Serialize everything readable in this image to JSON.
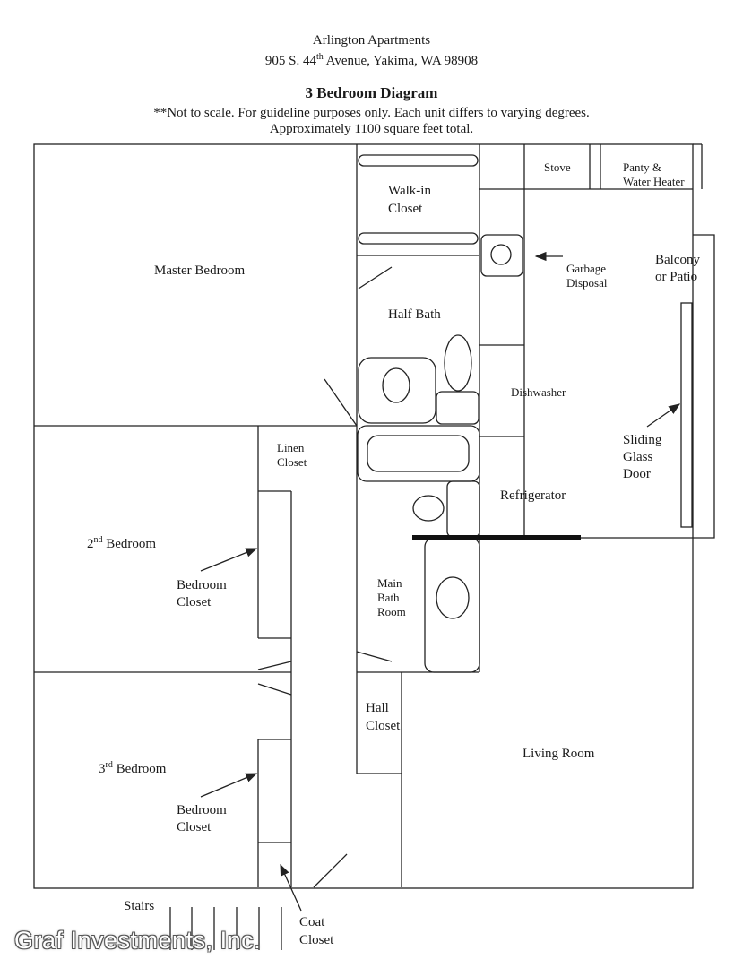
{
  "header": {
    "line1": "Arlington Apartments",
    "line2_pre": "905 S. 44",
    "line2_sup": "th",
    "line2_post": " Avenue, Yakima, WA 98908",
    "title": "3 Bedroom Diagram",
    "note": "**Not to scale.  For guideline purposes only.  Each unit differs to varying degrees.",
    "approx_underlined": "Approximately",
    "approx_rest": " 1100 square feet total."
  },
  "rooms": {
    "master_bedroom": "Master Bedroom",
    "walkin_closet_1": "Walk-in",
    "walkin_closet_2": "Closet",
    "stove": "Stove",
    "pantry_1": "Panty &",
    "pantry_2": "Water Heater",
    "garbage_1": "Garbage",
    "garbage_2": "Disposal",
    "balcony_1": "Balcony",
    "balcony_2": "or Patio",
    "half_bath": "Half Bath",
    "dishwasher": "Dishwasher",
    "sliding_1": "Sliding",
    "sliding_2": "Glass",
    "sliding_3": "Door",
    "linen_1": "Linen",
    "linen_2": "Closet",
    "refrigerator": "Refrigerator",
    "bedroom2_pre": "2",
    "bedroom2_sup": "nd",
    "bedroom2_post": " Bedroom",
    "bedroom2_closet_1": "Bedroom",
    "bedroom2_closet_2": "Closet",
    "main_bath_1": "Main",
    "main_bath_2": "Bath",
    "main_bath_3": "Room",
    "hall_closet_1": "Hall",
    "hall_closet_2": "Closet",
    "living_room": "Living Room",
    "bedroom3_pre": "3",
    "bedroom3_sup": "rd",
    "bedroom3_post": " Bedroom",
    "bedroom3_closet_1": "Bedroom",
    "bedroom3_closet_2": "Closet",
    "stairs": "Stairs",
    "coat_closet_1": "Coat",
    "coat_closet_2": "Closet"
  },
  "watermark": "Graf Investments, Inc."
}
